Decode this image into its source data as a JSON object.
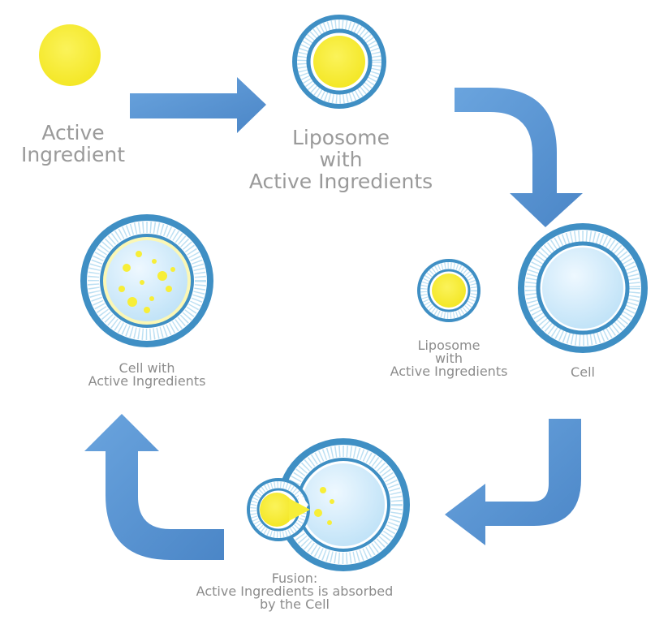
{
  "labels": {
    "active_ingredient": [
      "Active",
      "Ingredient"
    ],
    "liposome_top": [
      "Liposome",
      "with",
      "Active Ingredients"
    ],
    "liposome_small": [
      "Liposome",
      "with",
      "Active Ingredients"
    ],
    "cell": [
      "Cell"
    ],
    "cell_with": [
      "Cell with",
      "Active Ingredients"
    ],
    "fusion": [
      "Fusion:",
      "Active Ingredients is absorbed",
      "by the Cell"
    ]
  },
  "colors": {
    "arrow": "#5b95d3",
    "membrane": "#3f8fc4",
    "yellow": "#f7ee38",
    "cell_fill": "#d4ecfb",
    "text": "#9a9a9a"
  }
}
